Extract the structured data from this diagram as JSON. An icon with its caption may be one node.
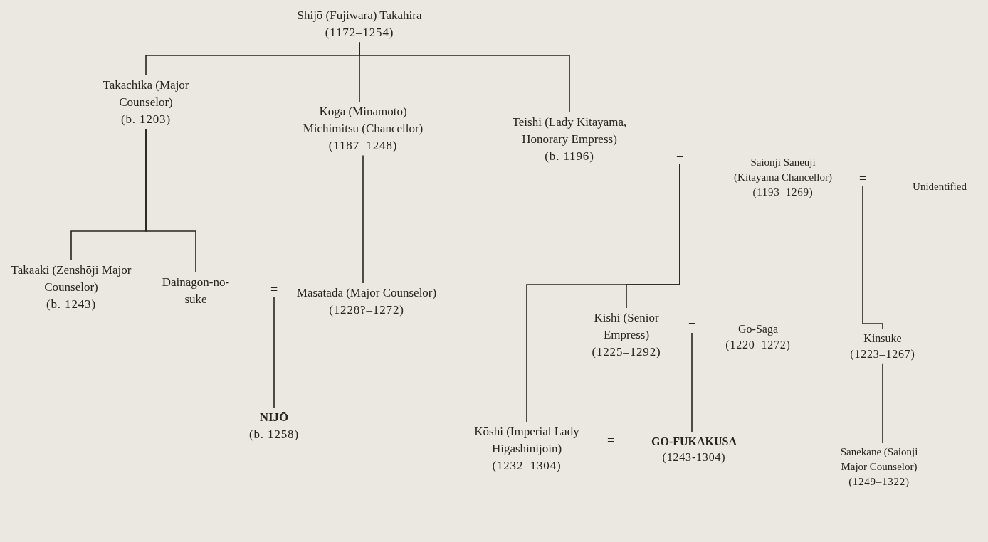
{
  "diagram": {
    "nodes": [
      {
        "text": [
          "Shijō (Fujiwara) Takahira",
          "(1172–1254)"
        ]
      },
      {
        "text": [
          "Takachika (Major Counselor)",
          "(b. 1203)"
        ]
      },
      {
        "text": [
          "Koga (Minamoto) Michimitsu (Chancellor)",
          "(1187–1248)"
        ]
      },
      {
        "text": [
          "Teishi (Lady Kitayama, Honorary Empress)",
          "(b. 1196)"
        ]
      },
      {
        "text": [
          "="
        ]
      },
      {
        "text": [
          "Saionji Saneuji (Kitayama Chancellor)",
          "(1193–1269)"
        ]
      },
      {
        "text": [
          "="
        ]
      },
      {
        "text": [
          "Unidentified"
        ]
      },
      {
        "text": [
          "Takaaki (Zenshōji Major Counselor)",
          "(b. 1243)"
        ]
      },
      {
        "text": [
          "Dainagon-no-suke"
        ]
      },
      {
        "text": [
          "="
        ]
      },
      {
        "text": [
          "Masatada (Major Counselor)",
          "(1228?–1272)"
        ]
      },
      {
        "text": [
          "Kishi (Senior Empress)",
          "(1225–1292)"
        ]
      },
      {
        "text": [
          "="
        ]
      },
      {
        "text": [
          "Go-Saga",
          "(1220–1272)"
        ]
      },
      {
        "text": [
          "Kinsuke",
          "(1223–1267)"
        ]
      },
      {
        "text": [
          "NIJŌ",
          "(b. 1258)"
        ]
      },
      {
        "text": [
          "Kōshi (Imperial Lady Higashinijōin)",
          "(1232–1304)"
        ]
      },
      {
        "text": [
          "="
        ]
      },
      {
        "text": [
          "GO-FUKAKUSA",
          "(1243-1304)"
        ]
      },
      {
        "text": [
          "Sanekane (Saionji Major Counselor)",
          "(1249–1322)"
        ]
      }
    ],
    "edges": [
      {
        "from": 0,
        "to": 1,
        "arrow": "none"
      },
      {
        "from": 0,
        "to": 2,
        "arrow": "none"
      },
      {
        "from": 0,
        "to": 3,
        "arrow": "none"
      },
      {
        "from": 1,
        "to": 8,
        "arrow": "none"
      },
      {
        "from": 1,
        "to": 9,
        "arrow": "none"
      },
      {
        "from": 2,
        "to": 11,
        "arrow": "none"
      },
      {
        "from": 4,
        "to": 12,
        "arrow": "none"
      },
      {
        "from": 4,
        "to": 17,
        "arrow": "none"
      },
      {
        "from": 6,
        "to": 15,
        "arrow": "none"
      },
      {
        "from": 10,
        "to": 16,
        "arrow": "none"
      },
      {
        "from": 13,
        "to": 19,
        "arrow": "none"
      },
      {
        "from": 15,
        "to": 20,
        "arrow": "none"
      }
    ]
  }
}
